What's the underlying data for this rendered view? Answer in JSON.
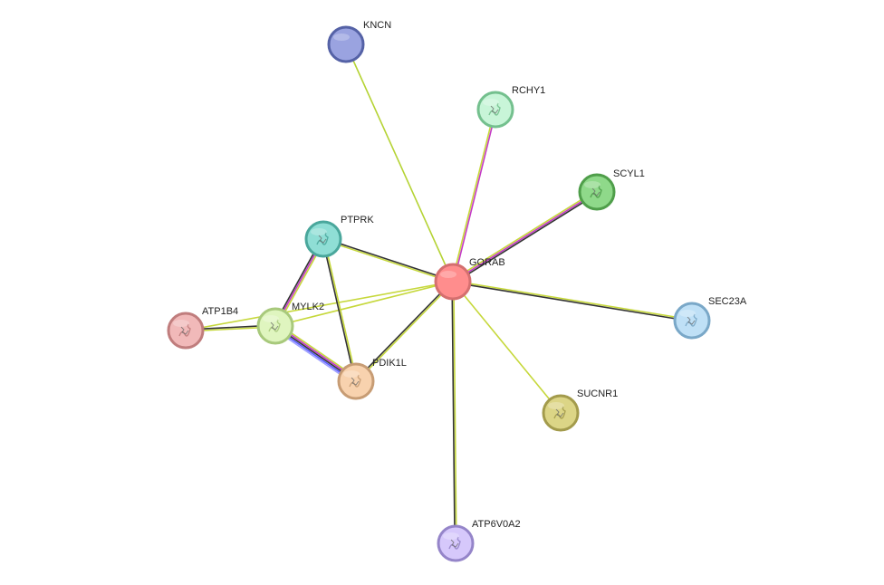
{
  "nodes": [
    {
      "id": "GORAB",
      "label": "GORAB",
      "fill": "#ff8d8d",
      "stroke": "#d46f6f",
      "icon": "none"
    },
    {
      "id": "KNCN",
      "label": "KNCN",
      "fill": "#9aa3e0",
      "stroke": "#5562a6",
      "icon": "none"
    },
    {
      "id": "RCHY1",
      "label": "RCHY1",
      "fill": "#c8f5d8",
      "stroke": "#74c08e",
      "icon": "protein-structure-icon"
    },
    {
      "id": "SCYL1",
      "label": "SCYL1",
      "fill": "#8fd98a",
      "stroke": "#4f9e4a",
      "icon": "protein-structure-icon"
    },
    {
      "id": "PTPRK",
      "label": "PTPRK",
      "fill": "#8fded5",
      "stroke": "#4aa79c",
      "icon": "protein-structure-icon"
    },
    {
      "id": "MYLK2",
      "label": "MYLK2",
      "fill": "#dff5bf",
      "stroke": "#a8c97c",
      "icon": "protein-structure-icon"
    },
    {
      "id": "ATP1B4",
      "label": "ATP1B4",
      "fill": "#f1b9b9",
      "stroke": "#c07d7d",
      "icon": "protein-structure-icon"
    },
    {
      "id": "PDIK1L",
      "label": "PDIK1L",
      "fill": "#f8d2ae",
      "stroke": "#c79c74",
      "icon": "protein-structure-icon"
    },
    {
      "id": "SEC23A",
      "label": "SEC23A",
      "fill": "#bfe0f6",
      "stroke": "#7aa8c8",
      "icon": "protein-structure-icon"
    },
    {
      "id": "SUCNR1",
      "label": "SUCNR1",
      "fill": "#dcd586",
      "stroke": "#a39b4c",
      "icon": "protein-structure-icon"
    },
    {
      "id": "ATP6V0A2",
      "label": "ATP6V0A2",
      "fill": "#d6c8fb",
      "stroke": "#9585c9",
      "icon": "protein-structure-icon"
    }
  ],
  "edges": [
    {
      "from": "GORAB",
      "to": "KNCN",
      "colors": [
        "#b5d334"
      ]
    },
    {
      "from": "GORAB",
      "to": "RCHY1",
      "colors": [
        "#c6d83b",
        "#c33ac5"
      ]
    },
    {
      "from": "GORAB",
      "to": "SCYL1",
      "colors": [
        "#c6d83b",
        "#c33ac5",
        "#333333"
      ]
    },
    {
      "from": "GORAB",
      "to": "PTPRK",
      "colors": [
        "#c6d83b",
        "#333333"
      ]
    },
    {
      "from": "GORAB",
      "to": "MYLK2",
      "colors": [
        "#c6d83b"
      ]
    },
    {
      "from": "GORAB",
      "to": "ATP1B4",
      "colors": [
        "#c6d83b"
      ]
    },
    {
      "from": "GORAB",
      "to": "PDIK1L",
      "colors": [
        "#c6d83b",
        "#333333"
      ]
    },
    {
      "from": "GORAB",
      "to": "SEC23A",
      "colors": [
        "#c6d83b",
        "#333333"
      ]
    },
    {
      "from": "GORAB",
      "to": "SUCNR1",
      "colors": [
        "#c6d83b"
      ]
    },
    {
      "from": "GORAB",
      "to": "ATP6V0A2",
      "colors": [
        "#c6d83b",
        "#333333"
      ]
    },
    {
      "from": "PTPRK",
      "to": "MYLK2",
      "colors": [
        "#c6d83b",
        "#c33ac5",
        "#333333"
      ]
    },
    {
      "from": "PTPRK",
      "to": "PDIK1L",
      "colors": [
        "#c6d83b",
        "#333333"
      ]
    },
    {
      "from": "MYLK2",
      "to": "ATP1B4",
      "colors": [
        "#c6d83b",
        "#333333"
      ]
    },
    {
      "from": "MYLK2",
      "to": "PDIK1L",
      "colors": [
        "#c6d83b",
        "#c33ac5",
        "#333333",
        "#5a5aff",
        "#9ea0ff"
      ]
    }
  ]
}
